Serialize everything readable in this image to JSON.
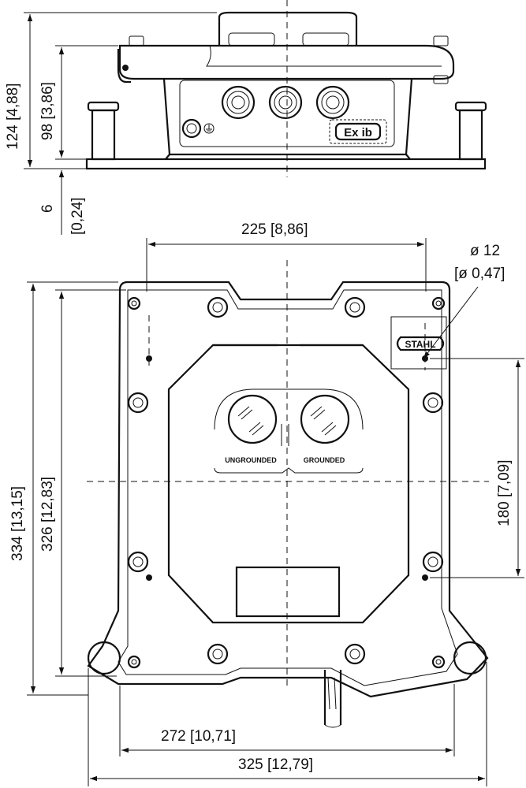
{
  "dimensions": {
    "height_total": "124 [4,88]",
    "height_body": "98 [3,86]",
    "base_thickness_value": "6",
    "base_thickness_inch": "[0,24]",
    "hole_spacing_top": "225 [8,86]",
    "hole_diameter": "ø 12",
    "hole_diameter_inch": "[ø 0,47]",
    "height_outer": "334 [13,15]",
    "height_inner": "326 [12,83]",
    "hole_spacing_vertical": "180 [7,09]",
    "width_inner": "272 [10,71]",
    "width_outer": "325 [12,79]"
  },
  "labels": {
    "ungrounded": "UNGROUNDED",
    "grounded": "GROUNDED",
    "brand": "STAHL",
    "marking": "Ex ib"
  }
}
